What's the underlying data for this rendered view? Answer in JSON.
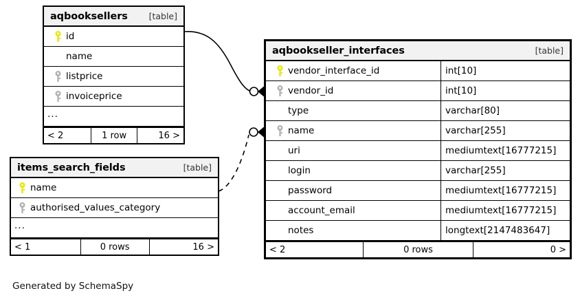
{
  "diagram": {
    "caption": "Generated by SchemaSpy",
    "table_kind_label": "[table]",
    "ellipsis": "...",
    "colors": {
      "primary_key": "#e8e800",
      "index_key": "#b3b3b3",
      "header_bg": "#f2f2f2",
      "border": "#000000",
      "background": "#ffffff"
    }
  },
  "tables": [
    {
      "id": "aqbooksellers",
      "title": "aqbooksellers",
      "kind": "[table]",
      "columns": [
        {
          "name": "id",
          "key": "primary",
          "type": ""
        },
        {
          "name": "name",
          "key": "none",
          "type": ""
        },
        {
          "name": "listprice",
          "key": "index",
          "type": ""
        },
        {
          "name": "invoiceprice",
          "key": "index",
          "type": ""
        },
        {
          "name": "...",
          "key": "none",
          "type": ""
        }
      ],
      "footer": {
        "left": "< 2",
        "middle": "1 row",
        "right": "16 >"
      }
    },
    {
      "id": "items_search_fields",
      "title": "items_search_fields",
      "kind": "[table]",
      "columns": [
        {
          "name": "name",
          "key": "primary",
          "type": ""
        },
        {
          "name": "authorised_values_category",
          "key": "index",
          "type": ""
        },
        {
          "name": "...",
          "key": "none",
          "type": ""
        }
      ],
      "footer": {
        "left": "< 1",
        "middle": "0 rows",
        "right": "16 >"
      }
    },
    {
      "id": "aqbookseller_interfaces",
      "title": "aqbookseller_interfaces",
      "kind": "[table]",
      "columns": [
        {
          "name": "vendor_interface_id",
          "key": "primary",
          "type": "int[10]"
        },
        {
          "name": "vendor_id",
          "key": "index",
          "type": "int[10]"
        },
        {
          "name": "type",
          "key": "none",
          "type": "varchar[80]"
        },
        {
          "name": "name",
          "key": "index",
          "type": "varchar[255]"
        },
        {
          "name": "uri",
          "key": "none",
          "type": "mediumtext[16777215]"
        },
        {
          "name": "login",
          "key": "none",
          "type": "varchar[255]"
        },
        {
          "name": "password",
          "key": "none",
          "type": "mediumtext[16777215]"
        },
        {
          "name": "account_email",
          "key": "none",
          "type": "mediumtext[16777215]"
        },
        {
          "name": "notes",
          "key": "none",
          "type": "longtext[2147483647]"
        }
      ],
      "footer": {
        "left": "< 2",
        "middle": "0 rows",
        "right": "0 >"
      }
    }
  ],
  "relationships": [
    {
      "id": "aqbooksellers-to-vendor_id",
      "from_table": "aqbooksellers",
      "from_column": "id",
      "to_table": "aqbookseller_interfaces",
      "to_column": "vendor_id",
      "style": "solid"
    },
    {
      "id": "items_search_fields-to-name",
      "from_table": "items_search_fields",
      "from_column": "name",
      "to_table": "aqbookseller_interfaces",
      "to_column": "name",
      "style": "dashed"
    }
  ]
}
